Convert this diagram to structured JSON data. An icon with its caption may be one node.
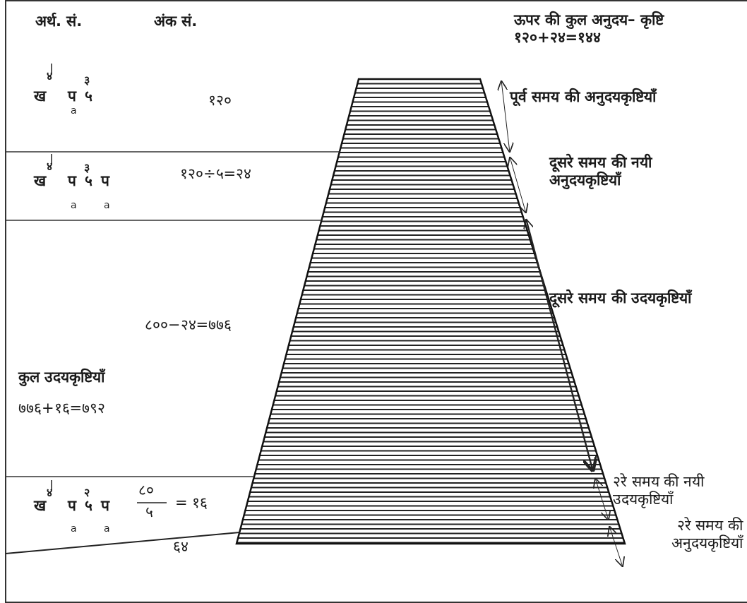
{
  "diagram": {
    "labels": [
      "अर्थ. सं.",
      "अंक सं.",
      "ऊपर की कुल अनुदय– कृष्टि १२०+२४=१४४",
      "४",
      "३",
      "ख",
      "प",
      "५",
      "१२०",
      "a",
      "पूर्व समय की अनुदयकृष्टियाँ",
      "४",
      "३",
      "ख",
      "प",
      "५",
      "प",
      "१२०÷५=२४",
      "a",
      "a",
      "दूसरे समय की नयी अनुदयकृष्टियाँ",
      "दूसरे समय की उदयकृष्टियाँ",
      "८००−२४=७७६",
      "कुल उदयकृष्टियाँ",
      "७७६+१६=७९२",
      "४",
      "२",
      "८०",
      "ख",
      "प",
      "५",
      "प",
      "५",
      "= १६",
      "a",
      "a",
      "२रे समय की नयी उदयकृष्टियाँ",
      "६४",
      "२रे समय की अनुदयकृष्टियाँ"
    ]
  }
}
